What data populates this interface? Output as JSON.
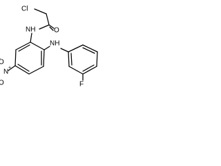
{
  "molecule": {
    "atoms": {
      "cl": "Cl",
      "o_carbonyl": "O",
      "nh_amide": "NH",
      "nh_amine": "NH",
      "f": "F",
      "n_nitro": "N",
      "n_nitro_charge": "+",
      "o_nitro_single": "O",
      "o_nitro_charge": "−",
      "o_nitro_double": "O"
    }
  }
}
